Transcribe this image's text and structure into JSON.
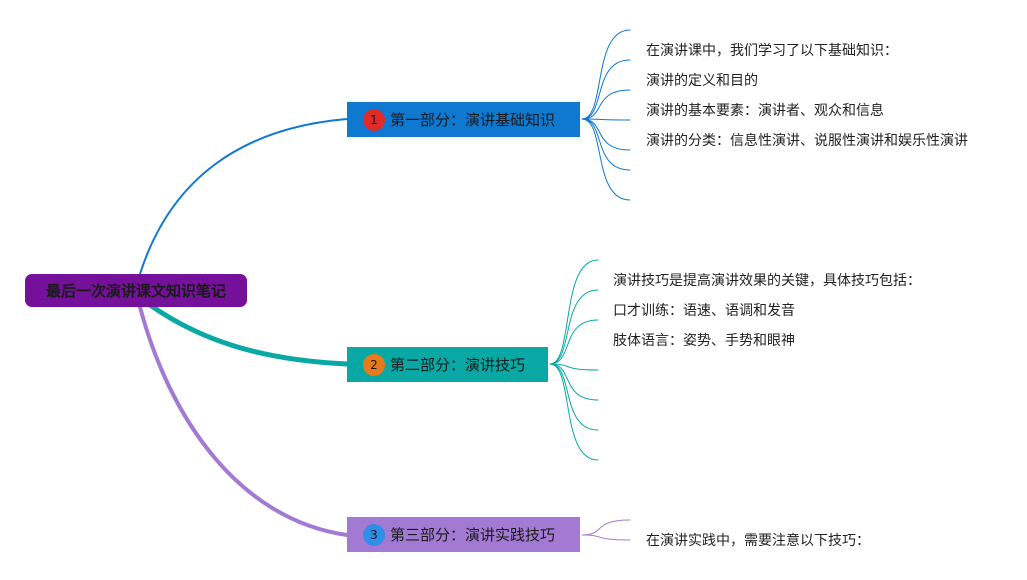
{
  "root": {
    "label": "最后一次演讲课文知识笔记",
    "color": "#74109a"
  },
  "branches": [
    {
      "number": "1",
      "label": "第一部分：演讲基础知识",
      "color": "#0f78d1",
      "badge_color": "#e02b2b",
      "leaves": [
        "在演讲课中，我们学习了以下基础知识：",
        "演讲的定义和目的",
        "演讲的基本要素：演讲者、观众和信息",
        "演讲的分类：信息性演讲、说服性演讲和娱乐性演讲"
      ]
    },
    {
      "number": "2",
      "label": "第二部分：演讲技巧",
      "color": "#0aa8a4",
      "badge_color": "#e97a1c",
      "leaves": [
        "演讲技巧是提高演讲效果的关键，具体技巧包括：",
        "口才训练：语速、语调和发音",
        "肢体语言：姿势、手势和眼神"
      ]
    },
    {
      "number": "3",
      "label": "第三部分：演讲实践技巧",
      "color": "#a279d3",
      "badge_color": "#2e8ee8",
      "leaves": [
        "在演讲实践中，需要注意以下技巧："
      ]
    }
  ]
}
